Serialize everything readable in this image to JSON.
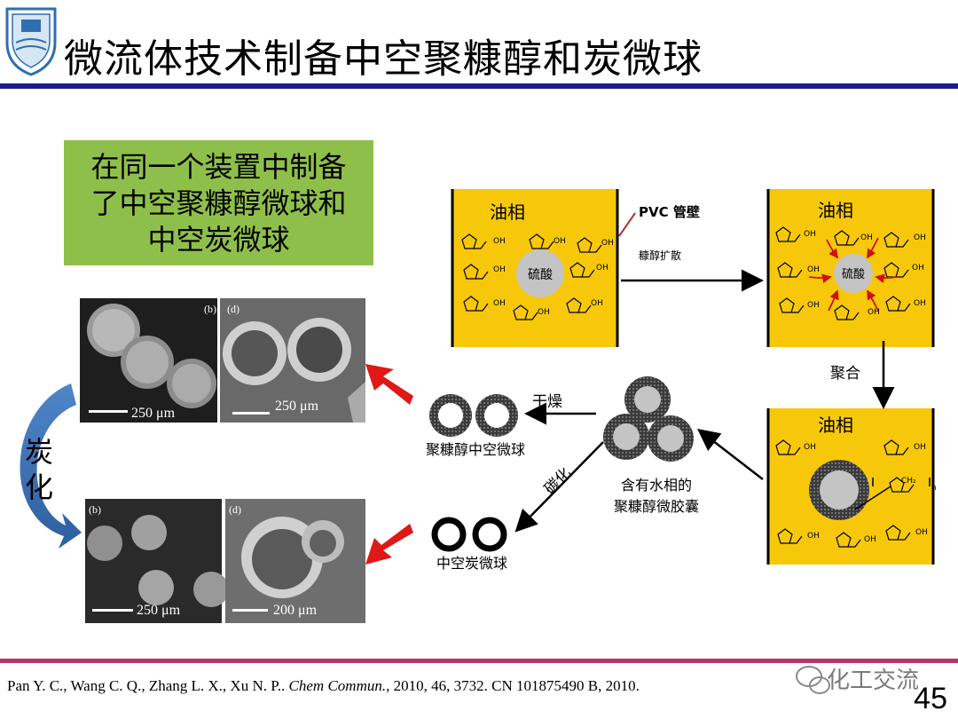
{
  "title": "微流体技术制备中空聚糠醇和炭微球",
  "summary_box": {
    "line1": "在同一个装置中制备",
    "line2": "了中空聚糠醇微球和",
    "line3": "中空炭微球"
  },
  "side_arrow_label": {
    "char1": "炭",
    "char2": "化"
  },
  "micrographs": [
    {
      "panel": "(b)",
      "scale": "250 μm"
    },
    {
      "panel": "(d)",
      "scale": "250 μm"
    },
    {
      "panel": "(b)",
      "scale": "250 μm"
    },
    {
      "panel": "(d)",
      "scale": "200 μm"
    }
  ],
  "scheme": {
    "oil_phase": "油相",
    "acid": "硫酸",
    "oh": "OH",
    "ch2": "CH₂",
    "n": "n",
    "pvc_wall": "PVC 管壁",
    "diffusion": "糠醇扩散",
    "polymerize": "聚合",
    "dry": "干燥",
    "carbonize": "碳化",
    "capsule_line1": "含有水相的",
    "capsule_line2": "聚糠醇微胶囊",
    "hollow_pfa": "聚糠醇中空微球",
    "hollow_carbon": "中空炭微球"
  },
  "citation": {
    "authors": "Pan Y. C., Wang C. Q., Zhang L. X., Xu N. P..",
    "journal": "Chem Commun.,",
    "rest": "2010, 46, 3732. CN 101875490 B, 2010."
  },
  "watermark": "化工交流",
  "page_number": "45",
  "colors": {
    "title_rule": "#1c1c8c",
    "footer_rule": "#b0376a",
    "summary_box": "#8fbf4b",
    "oil_phase": "#f7c80a",
    "red_arrow": "#e01818",
    "curved_arrow": "#3a6db0"
  }
}
